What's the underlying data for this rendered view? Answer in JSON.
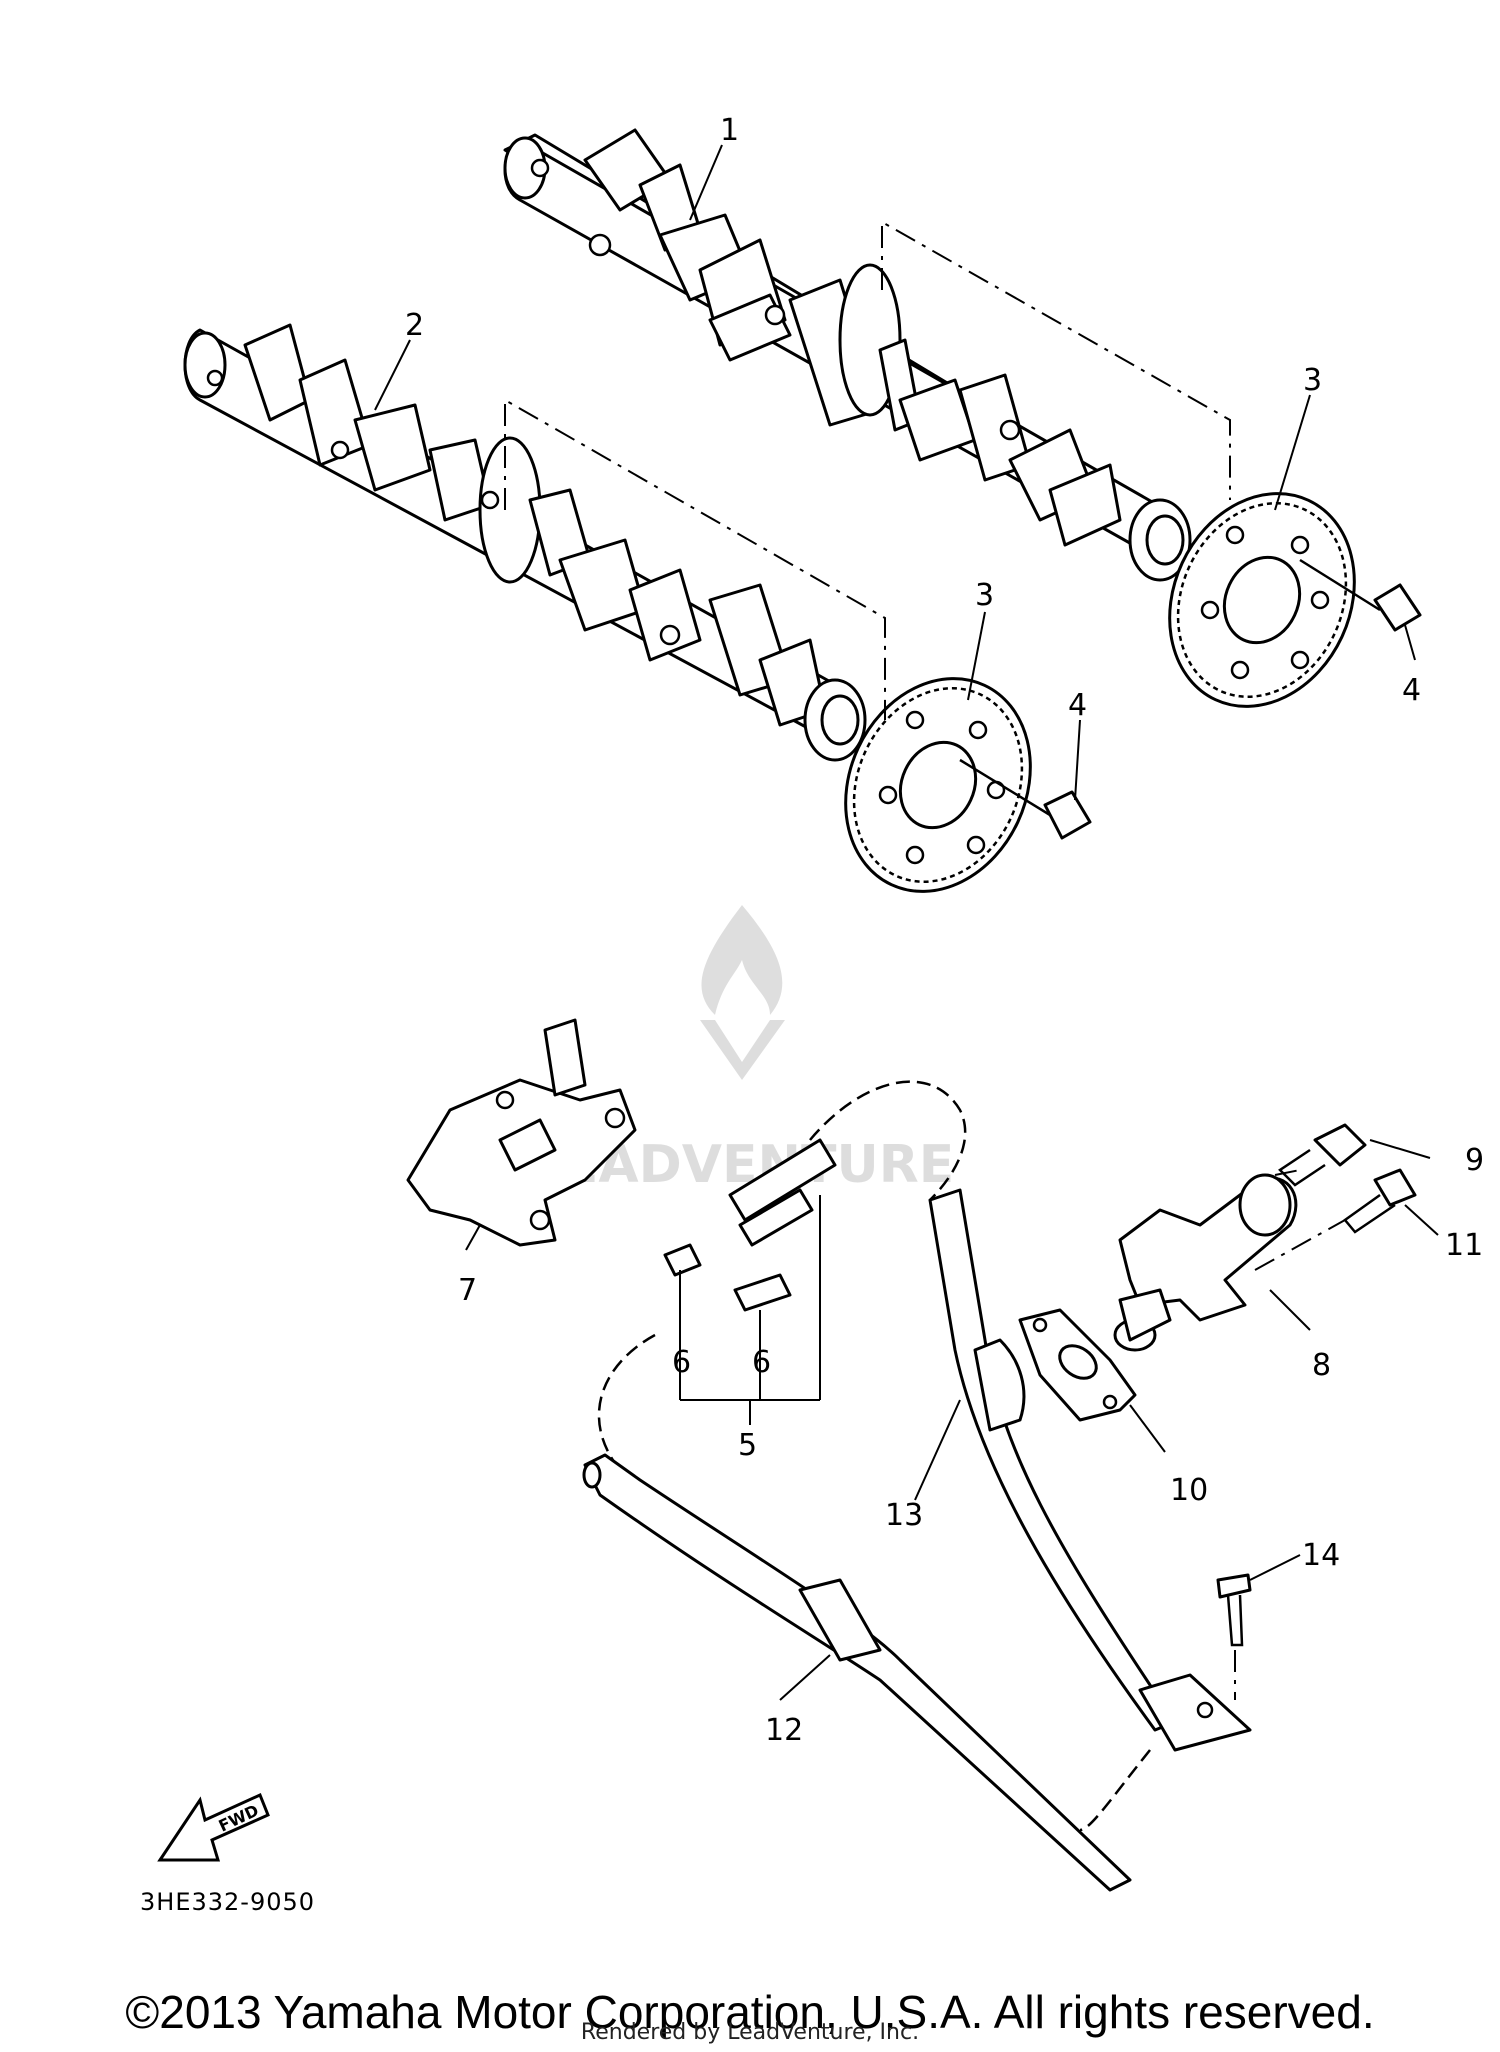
{
  "diagram": {
    "callouts": {
      "c1": "1",
      "c2": "2",
      "c3a": "3",
      "c3b": "3",
      "c4a": "4",
      "c4b": "4",
      "c5": "5",
      "c6a": "6",
      "c6b": "6",
      "c7": "7",
      "c8": "8",
      "c9": "9",
      "c10": "10",
      "c11": "11",
      "c12": "12",
      "c13": "13",
      "c14": "14"
    },
    "fwd_label": "FWD",
    "watermark_text": "LEADVENTURE",
    "diagram_code": "3HE332-9050"
  },
  "footer": {
    "copyright": "©2013 Yamaha Motor Corporation, U.S.A. All rights reserved.",
    "rendered_by": "Rendered by LeadVenture, Inc."
  }
}
